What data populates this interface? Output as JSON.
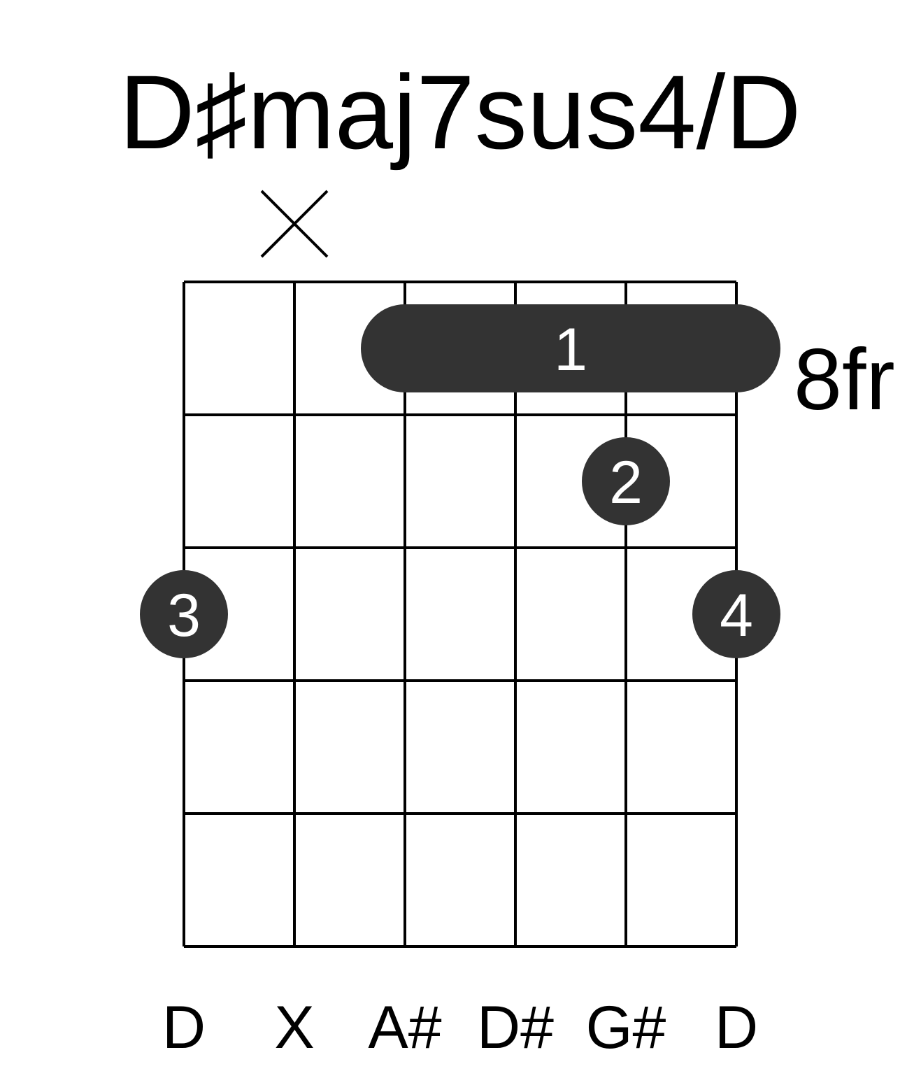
{
  "title": "D♯maj7sus4/D",
  "fret_position_label": "8fr",
  "colors": {
    "line": "#000000",
    "dot": "#333333",
    "dot_text": "#ffffff"
  },
  "strings": [
    {
      "note": "D",
      "status": "fretted"
    },
    {
      "note": "X",
      "status": "muted"
    },
    {
      "note": "A#",
      "status": "fretted"
    },
    {
      "note": "D#",
      "status": "fretted"
    },
    {
      "note": "G#",
      "status": "fretted"
    },
    {
      "note": "D",
      "status": "fretted"
    }
  ],
  "num_frets_shown": 5,
  "barre": {
    "finger": "1",
    "fret": 1,
    "from_string": 3,
    "to_string": 6
  },
  "fingers": [
    {
      "finger": "2",
      "string": 5,
      "fret": 2
    },
    {
      "finger": "3",
      "string": 1,
      "fret": 3
    },
    {
      "finger": "4",
      "string": 6,
      "fret": 3
    }
  ]
}
